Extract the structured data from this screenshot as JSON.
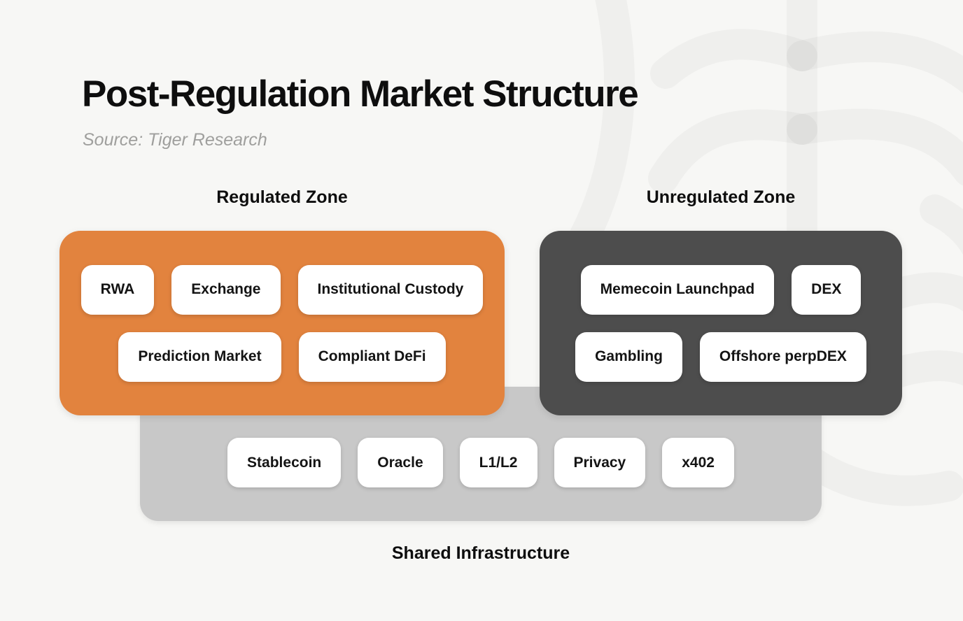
{
  "title": "Post-Regulation Market Structure",
  "source": "Source: Tiger Research",
  "colors": {
    "regulated_zone": "#E2833E",
    "unregulated_zone": "#4D4D4D",
    "infrastructure": "#C8C8C8",
    "background": "#F7F7F5",
    "chip_background": "#FFFFFF",
    "heading_text": "#0E0E0E",
    "source_text": "#9F9F9D"
  },
  "zones": {
    "regulated": {
      "label": "Regulated Zone",
      "rows": [
        [
          "RWA",
          "Exchange",
          "Institutional Custody"
        ],
        [
          "Prediction Market",
          "Compliant DeFi"
        ]
      ]
    },
    "unregulated": {
      "label": "Unregulated Zone",
      "rows": [
        [
          "Memecoin Launchpad",
          "DEX"
        ],
        [
          "Gambling",
          "Offshore perpDEX"
        ]
      ]
    }
  },
  "infrastructure": {
    "label": "Shared Infrastructure",
    "items": [
      "Stablecoin",
      "Oracle",
      "L1/L2",
      "Privacy",
      "x402"
    ]
  },
  "watermark_icon": "tiger-research-logo-watermark"
}
